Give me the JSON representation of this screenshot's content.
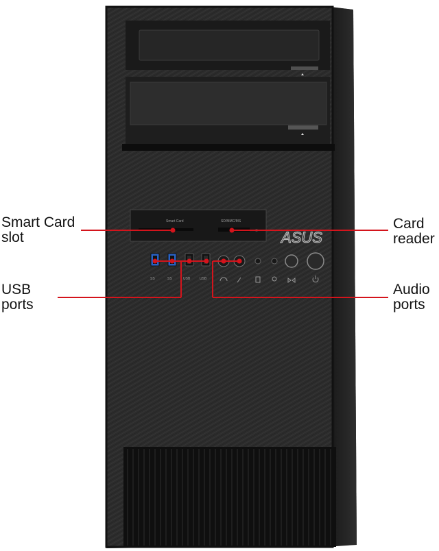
{
  "callouts": {
    "smart_card_slot": {
      "line1": "Smart Card",
      "line2": "slot"
    },
    "card_reader": {
      "line1": "Card",
      "line2": "reader"
    },
    "usb_ports": {
      "line1": "USB",
      "line2": "ports"
    },
    "audio_ports": {
      "line1": "Audio",
      "line2": "ports"
    }
  },
  "case": {
    "brand_logo": "ASUS",
    "smart_card_label": "Smart Card",
    "card_reader_label": "SD/MMC/MS",
    "usb_labels": [
      "SS",
      "SS",
      "USB",
      "USB"
    ]
  },
  "colors": {
    "callout_line": "#d4141c",
    "case_body": "#2b2b2b",
    "case_dark": "#131313"
  }
}
